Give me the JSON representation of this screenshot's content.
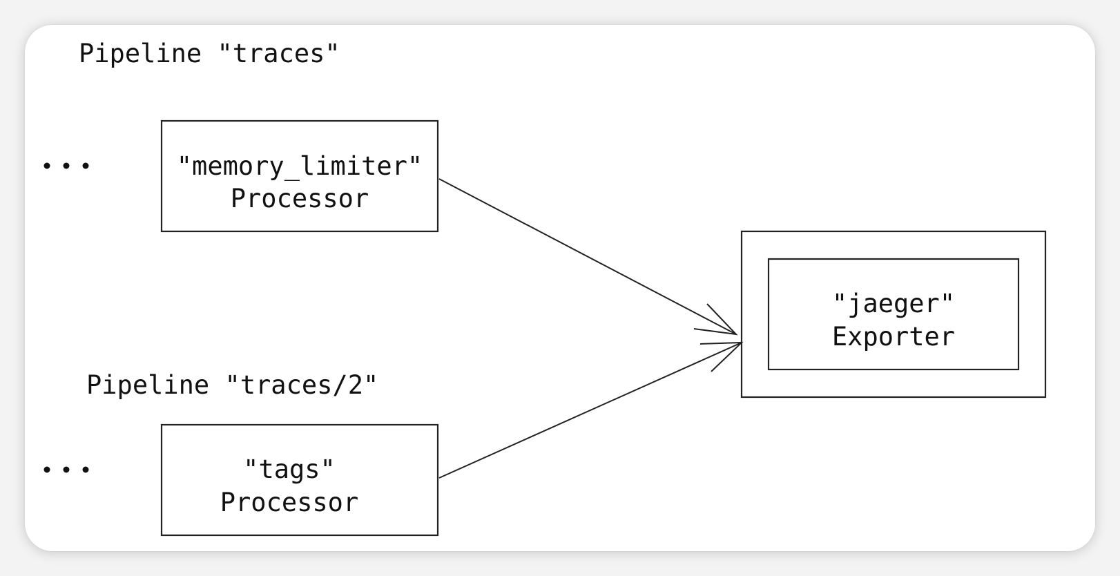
{
  "pipelines": [
    {
      "title": "Pipeline \"traces\"",
      "ellipsis": "...",
      "processor_line1": "\"memory_limiter\"",
      "processor_line2": "Processor"
    },
    {
      "title": "Pipeline \"traces/2\"",
      "ellipsis": "...",
      "processor_line1": "\"tags\"",
      "processor_line2": "Processor"
    }
  ],
  "exporter": {
    "line1": "\"jaeger\"",
    "line2": "Exporter"
  }
}
